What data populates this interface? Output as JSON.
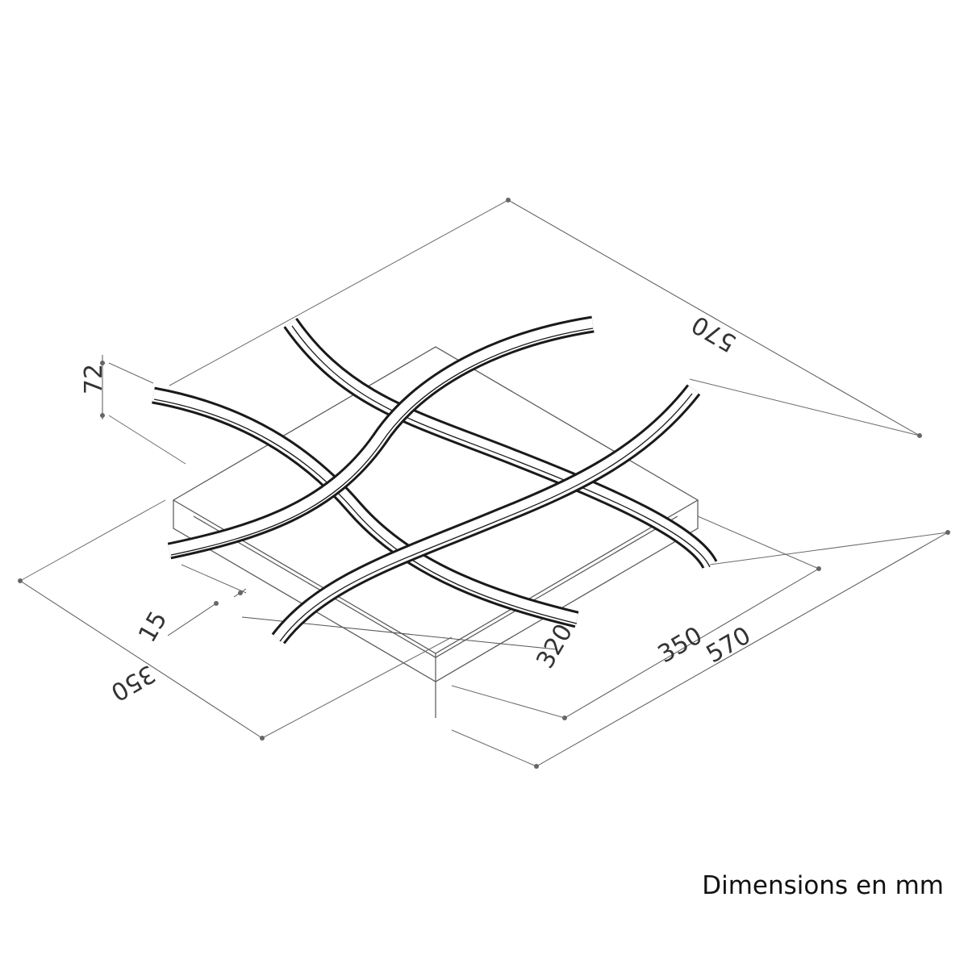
{
  "diagram": {
    "caption": "Dimensions en mm",
    "dimensions": {
      "overall_length_top": "570",
      "overall_length_bottom": "570",
      "base_length": "350",
      "base_width": "350",
      "height": "72",
      "bar_width": "15",
      "bar_span": "320"
    },
    "colors": {
      "line": "#1a1a1a",
      "dimension": "#555555",
      "background": "#ffffff"
    }
  }
}
